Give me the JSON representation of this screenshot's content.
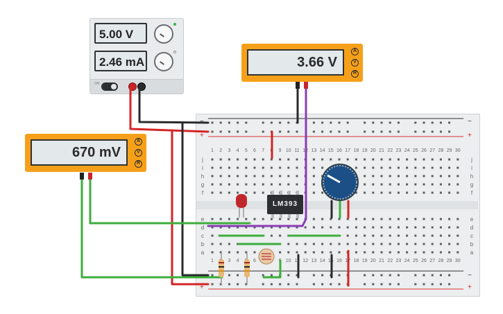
{
  "power_supply": {
    "voltage_display": "5.00 V",
    "current_display": "2.46 mA",
    "switch_label": "ON"
  },
  "multimeter_top": {
    "reading": "3.66 V",
    "modes": [
      "A",
      "V",
      "R"
    ]
  },
  "multimeter_left": {
    "reading": "670 mV",
    "modes": [
      "A",
      "V",
      "R"
    ]
  },
  "ic_label": "LM393",
  "breadboard": {
    "row_letters_top": [
      "j",
      "i",
      "h",
      "g",
      "f"
    ],
    "row_letters_bottom": [
      "e",
      "d",
      "c",
      "b",
      "a"
    ],
    "column_numbers": [
      "1",
      "2",
      "3",
      "4",
      "5",
      "6",
      "7",
      "8",
      "9",
      "10",
      "11",
      "12",
      "13",
      "14",
      "15",
      "16",
      "17",
      "18",
      "19",
      "20",
      "21",
      "22",
      "23",
      "24",
      "25",
      "26",
      "27",
      "28",
      "29",
      "30"
    ],
    "rail_plus": "+",
    "rail_minus": "−"
  },
  "colors": {
    "meter_orange": "#f6a01a",
    "wire_red": "#d42424",
    "wire_black": "#2a2a2a",
    "wire_green": "#3cae3c",
    "wire_purple": "#8a3db5",
    "led_red": "#c0272d",
    "pot_blue": "#1b4f86"
  },
  "icons": [
    "power-switch-icon",
    "potentiometer-icon",
    "led-icon",
    "photoresistor-icon",
    "resistor-icon"
  ]
}
